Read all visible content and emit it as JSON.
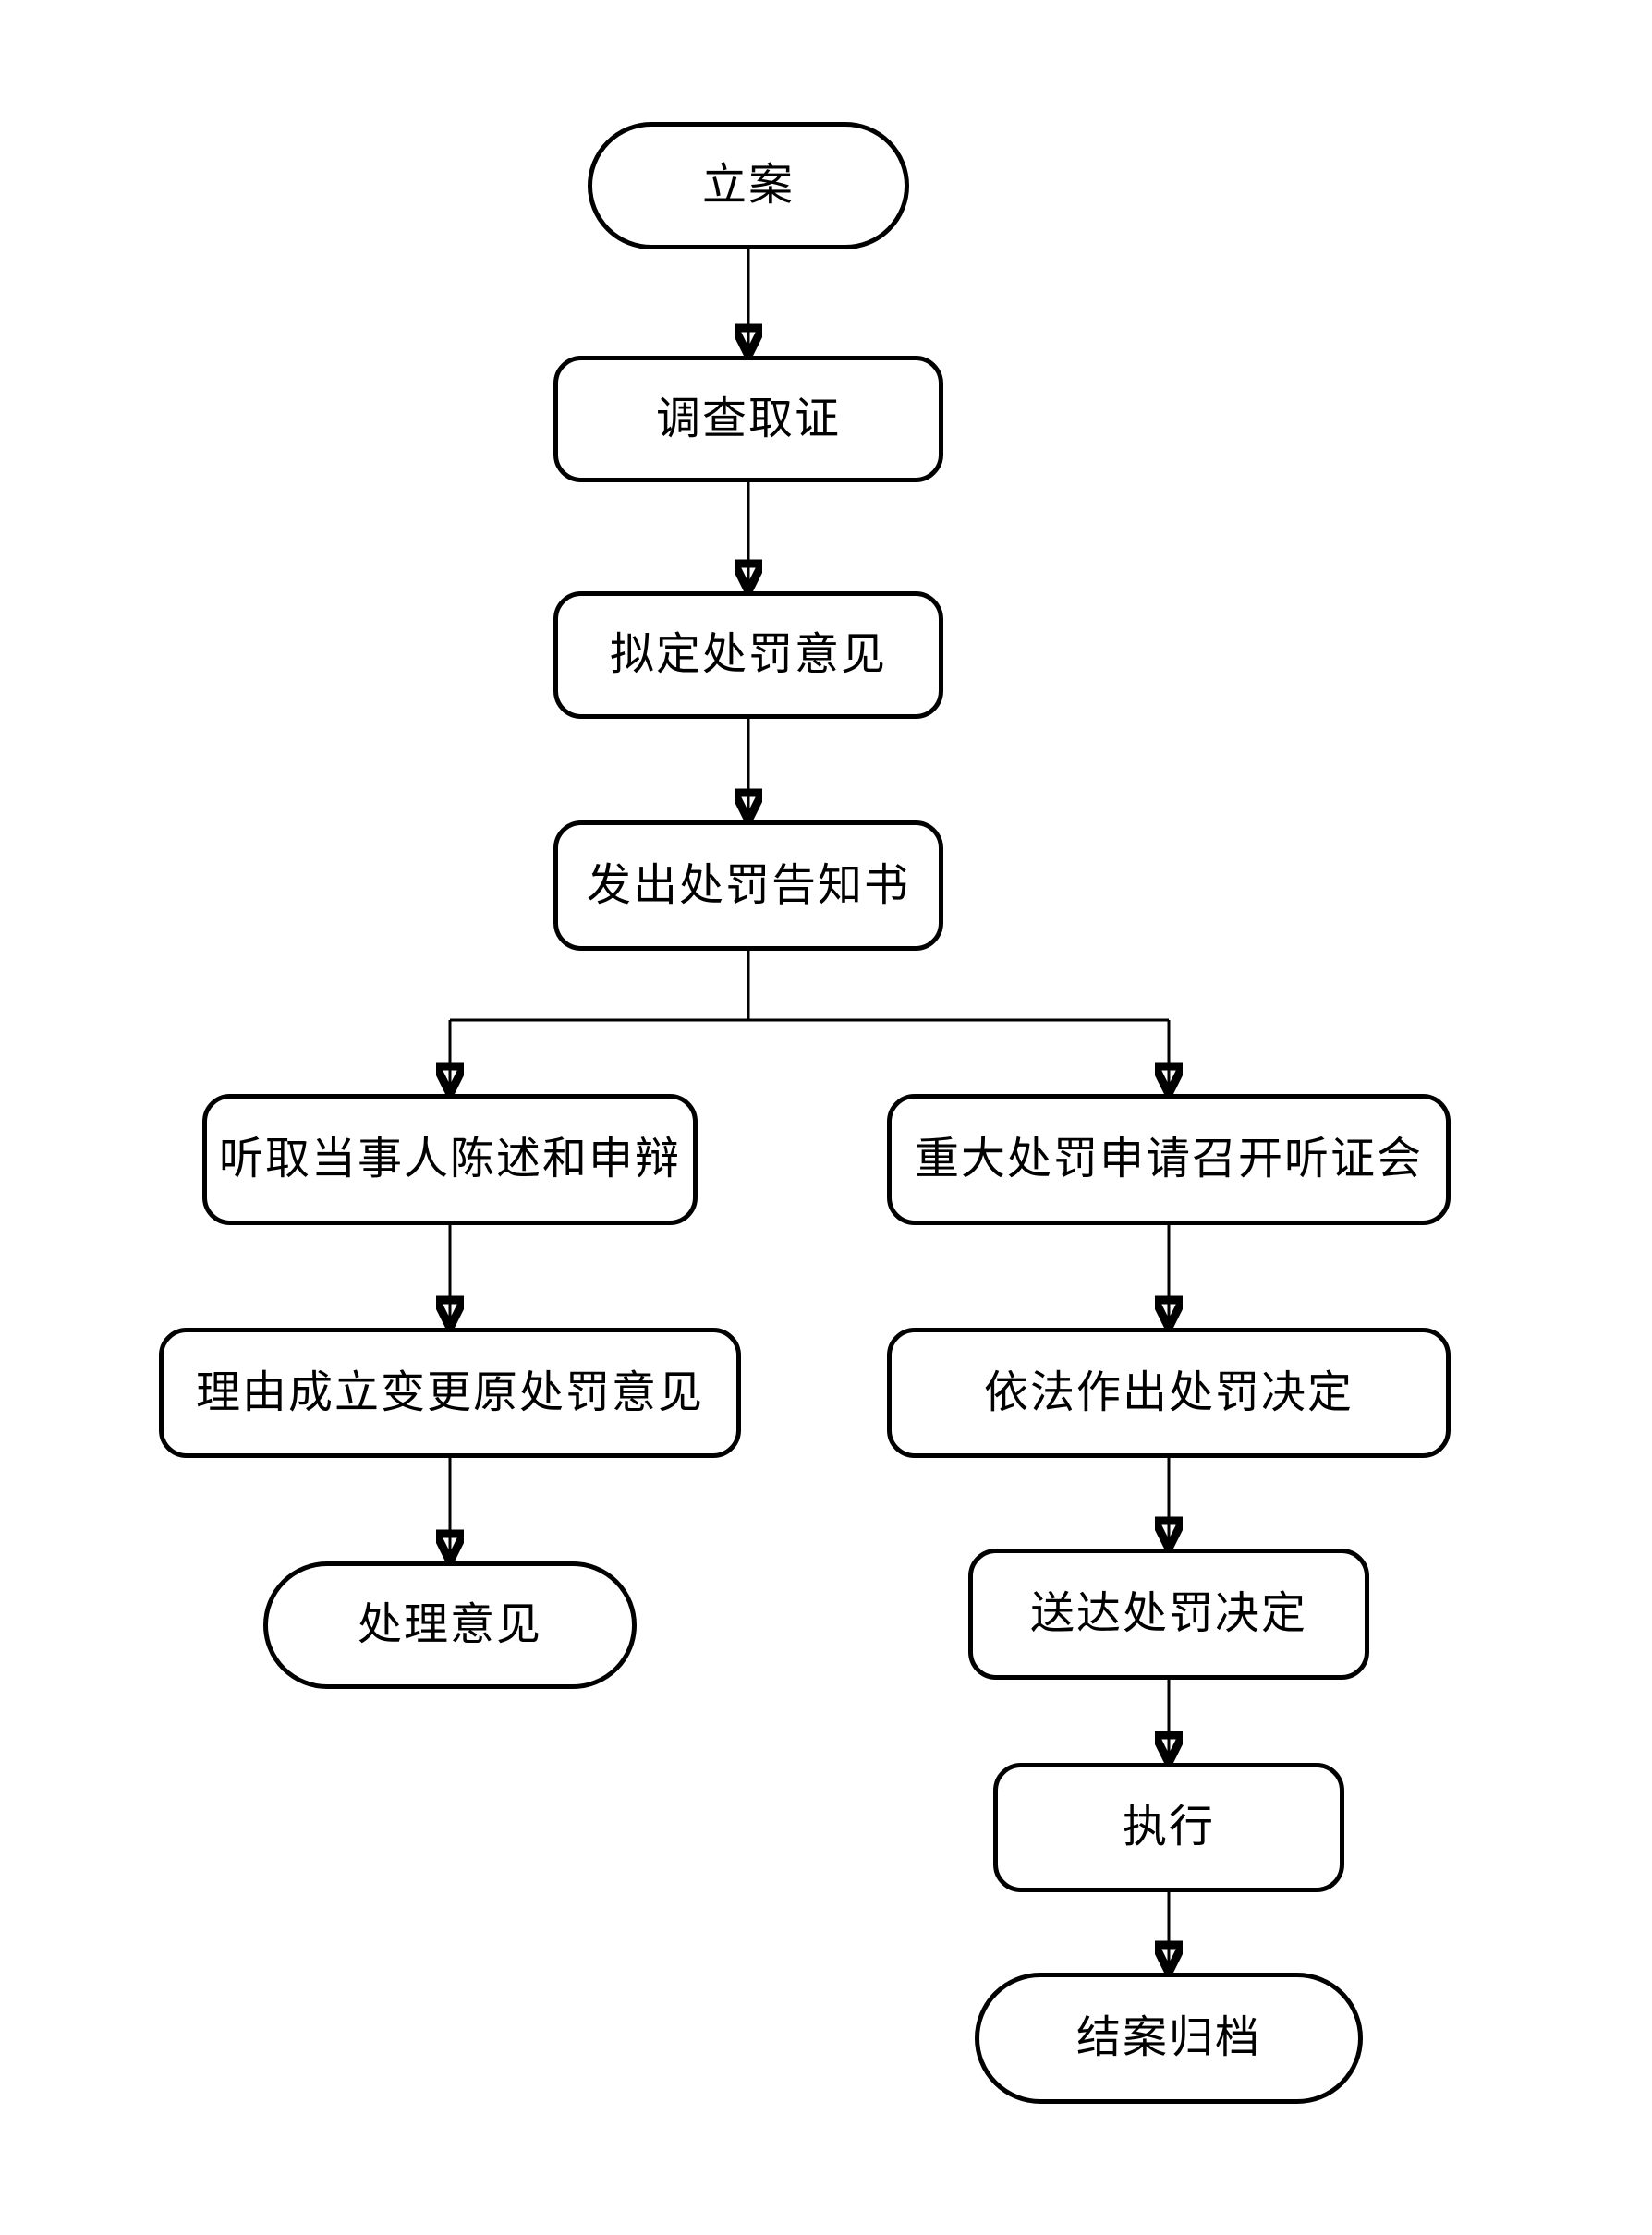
{
  "diagram": {
    "type": "flowchart",
    "colors": {
      "stroke": "#000000",
      "background": "#ffffff",
      "text": "#000000"
    },
    "nodes": [
      {
        "id": "start",
        "label": "立案",
        "shape": "terminator"
      },
      {
        "id": "investigate",
        "label": "调查取证",
        "shape": "process"
      },
      {
        "id": "draft-opinion",
        "label": "拟定处罚意见",
        "shape": "process"
      },
      {
        "id": "issue-notice",
        "label": "发出处罚告知书",
        "shape": "process"
      },
      {
        "id": "hear-statement",
        "label": "听取当事人陈述和申辩",
        "shape": "process"
      },
      {
        "id": "major-hearing",
        "label": "重大处罚申请召开听证会",
        "shape": "process"
      },
      {
        "id": "change-opinion",
        "label": "理由成立变更原处罚意见",
        "shape": "process"
      },
      {
        "id": "make-decision",
        "label": "依法作出处罚决定",
        "shape": "process"
      },
      {
        "id": "handling-opinion",
        "label": "处理意见",
        "shape": "terminator"
      },
      {
        "id": "deliver-decision",
        "label": "送达处罚决定",
        "shape": "process"
      },
      {
        "id": "execute",
        "label": "执行",
        "shape": "process"
      },
      {
        "id": "close-archive",
        "label": "结案归档",
        "shape": "terminator"
      }
    ],
    "edges": [
      {
        "from": "start",
        "to": "investigate"
      },
      {
        "from": "investigate",
        "to": "draft-opinion"
      },
      {
        "from": "draft-opinion",
        "to": "issue-notice"
      },
      {
        "from": "issue-notice",
        "to": "hear-statement"
      },
      {
        "from": "issue-notice",
        "to": "major-hearing"
      },
      {
        "from": "hear-statement",
        "to": "change-opinion"
      },
      {
        "from": "change-opinion",
        "to": "handling-opinion"
      },
      {
        "from": "major-hearing",
        "to": "make-decision"
      },
      {
        "from": "make-decision",
        "to": "deliver-decision"
      },
      {
        "from": "deliver-decision",
        "to": "execute"
      },
      {
        "from": "execute",
        "to": "close-archive"
      }
    ]
  }
}
